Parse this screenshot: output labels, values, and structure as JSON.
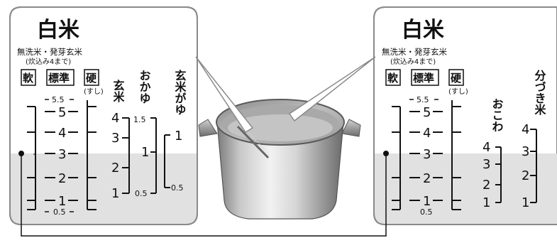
{
  "left_panel": {
    "title": "白米",
    "subtitle": "無洗米・発芽玄米",
    "subtitle2": "(炊込み4まで)",
    "headers": {
      "soft": "軟",
      "standard": "標準",
      "hard": "硬"
    },
    "sushi": "(すし)",
    "main_scale": [
      "5.5",
      "5",
      "4",
      "3",
      "2",
      "1",
      "0.5"
    ],
    "genmai": {
      "label": "玄米",
      "values": [
        "4",
        "3",
        "2",
        "1"
      ]
    },
    "okayu": {
      "label": "おかゆ",
      "values": [
        "1.5",
        "1",
        "0.5"
      ]
    },
    "genmai_gayu": {
      "label": "玄米がゆ",
      "values": [
        "1",
        "0.5"
      ]
    }
  },
  "right_panel": {
    "title": "白米",
    "subtitle": "無洗米・発芽玄米",
    "subtitle2": "(炊込み4まで)",
    "headers": {
      "soft": "軟",
      "standard": "標準",
      "hard": "硬"
    },
    "sushi": "(すし)",
    "main_scale": [
      "5.5",
      "5",
      "4",
      "3",
      "2",
      "1",
      "0.5"
    ],
    "okowa": {
      "label": "おこわ",
      "values": [
        "4",
        "3",
        "2",
        "1"
      ]
    },
    "bunzuki": {
      "label": "分づき米",
      "values": [
        "4",
        "3",
        "2",
        "1"
      ]
    }
  }
}
